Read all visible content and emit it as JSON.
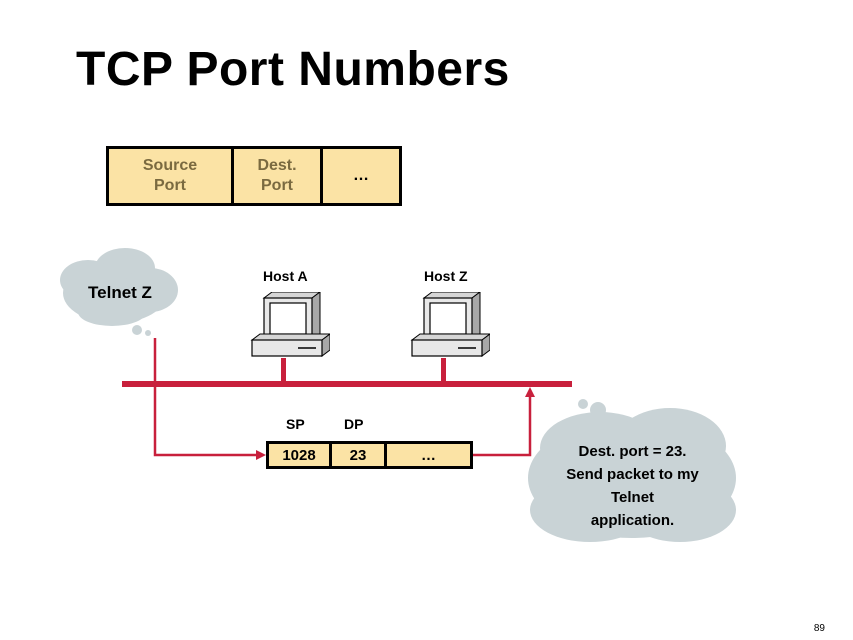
{
  "title": "TCP Port Numbers",
  "header_fields": {
    "source_port": "Source\nPort",
    "dest_port": "Dest.\nPort",
    "more": "…"
  },
  "hosts": {
    "a": "Host A",
    "z": "Host Z"
  },
  "thought_left": "Telnet Z",
  "segment": {
    "sp_label": "SP",
    "dp_label": "DP",
    "sp_value": "1028",
    "dp_value": "23",
    "more": "…"
  },
  "thought_right": {
    "line1": "Dest. port = 23.",
    "line2": "Send packet to my",
    "line3": "Telnet",
    "line4": "application."
  },
  "page_number": "89",
  "colors": {
    "network": "#c8203c",
    "cloud": "#c9d3d6",
    "field_fill": "#fbe3a5"
  }
}
